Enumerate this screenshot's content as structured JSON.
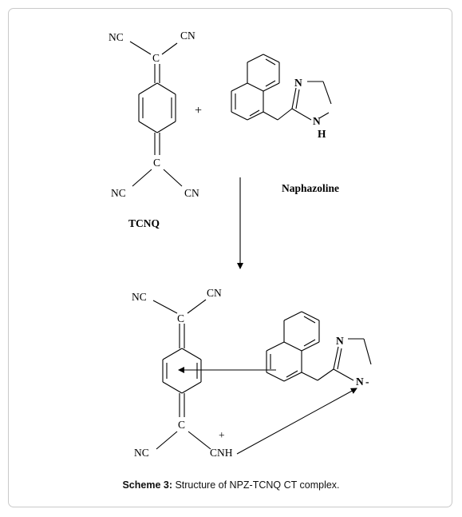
{
  "reactant_tcnq": {
    "name": "TCNQ",
    "top_left": "NC",
    "top_right": "CN",
    "bottom_left": "NC",
    "bottom_right": "CN",
    "carbon": "C"
  },
  "plus_sign": "+",
  "reactant_naphazoline": {
    "name": "Naphazoline",
    "n_upper": "N",
    "n_lower": "N",
    "h": "H"
  },
  "product": {
    "top_left": "NC",
    "top_right": "CN",
    "bottom_left": "NC",
    "bottom_right": "CNH",
    "plus": "+",
    "carbon": "C",
    "n_upper": "N",
    "n_lower": "N",
    "minus": "-"
  },
  "caption": {
    "label": "Scheme 3:",
    "text": " Structure of NPZ-TCNQ CT complex."
  }
}
